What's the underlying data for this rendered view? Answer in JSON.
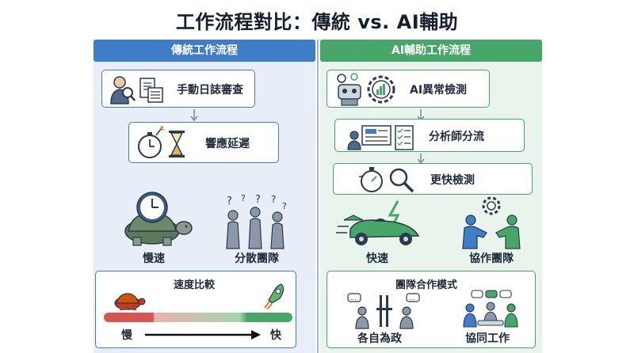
{
  "title": "工作流程對比：傳統 vs. AI輔助",
  "traditional": {
    "header": "傳統工作流程",
    "step1": "手動日誌審查",
    "step2": "響應延遲",
    "speed_label": "慢速",
    "team_label": "分散團隊",
    "compare": {
      "title": "速度比較",
      "slow": "慢",
      "fast": "快"
    }
  },
  "ai": {
    "header": "AI輔助工作流程",
    "step1": "AI異常檢測",
    "step2": "分析師分流",
    "step3": "更快檢測",
    "speed_label": "快速",
    "team_label": "協作團隊",
    "teamwork": {
      "title": "團隊合作模式",
      "individual": "各自為政",
      "collab": "協同工作"
    }
  },
  "colors": {
    "blue": "#3f7dc9",
    "green": "#46a769",
    "red": "#d9534f",
    "navy": "#1f3a5a"
  }
}
